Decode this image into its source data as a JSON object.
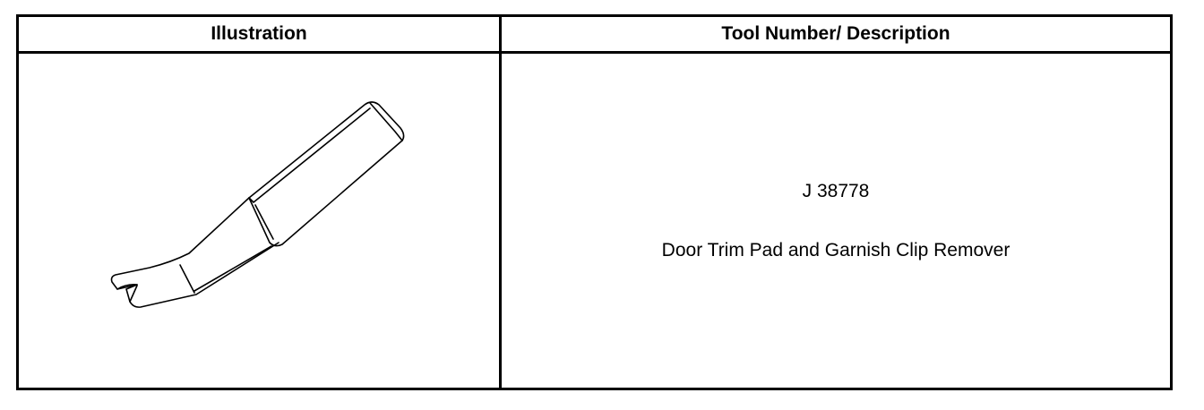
{
  "table": {
    "headers": {
      "illustration": "Illustration",
      "tool": "Tool Number/ Description"
    },
    "rows": [
      {
        "illustration_icon": "trim-pad-clip-remover-tool-icon",
        "tool_number": "J 38778",
        "description": "Door Trim Pad and Garnish Clip Remover"
      }
    ]
  }
}
